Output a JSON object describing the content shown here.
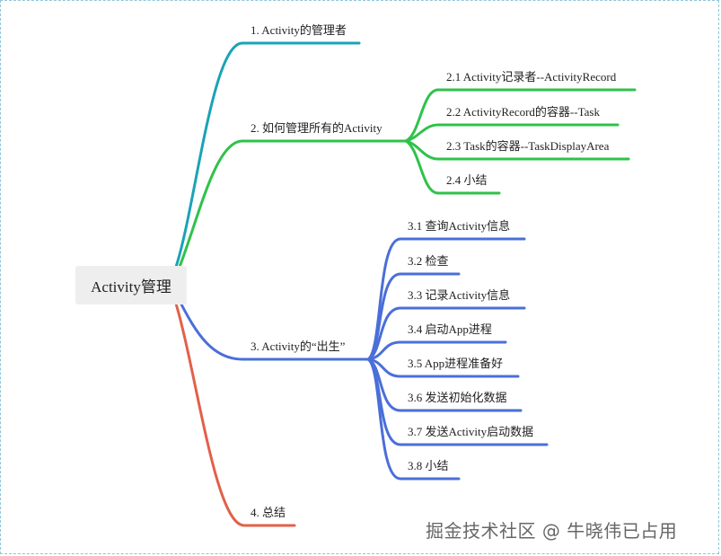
{
  "root": {
    "label": "Activity管理"
  },
  "colors": {
    "branch1": "#1aa3b5",
    "branch2": "#2fc24a",
    "branch3": "#4a6fd9",
    "branch4": "#e2604a",
    "root_bg": "#eeeeee"
  },
  "branches": [
    {
      "label": "1. Activity的管理者",
      "children": []
    },
    {
      "label": "2. 如何管理所有的Activity",
      "children": [
        {
          "label": "2.1 Activity记录者--ActivityRecord"
        },
        {
          "label": "2.2 ActivityRecord的容器--Task"
        },
        {
          "label": "2.3 Task的容器--TaskDisplayArea"
        },
        {
          "label": "2.4 小结"
        }
      ]
    },
    {
      "label": "3. Activity的“出生”",
      "children": [
        {
          "label": "3.1 查询Activity信息"
        },
        {
          "label": "3.2 检查"
        },
        {
          "label": "3.3 记录Activity信息"
        },
        {
          "label": "3.4 启动App进程"
        },
        {
          "label": "3.5 App进程准备好"
        },
        {
          "label": "3.6 发送初始化数据"
        },
        {
          "label": "3.7 发送Activity启动数据"
        },
        {
          "label": "3.8 小结"
        }
      ]
    },
    {
      "label": "4. 总结",
      "children": []
    }
  ],
  "watermark": "掘金技术社区 @ 牛晓伟已占用"
}
